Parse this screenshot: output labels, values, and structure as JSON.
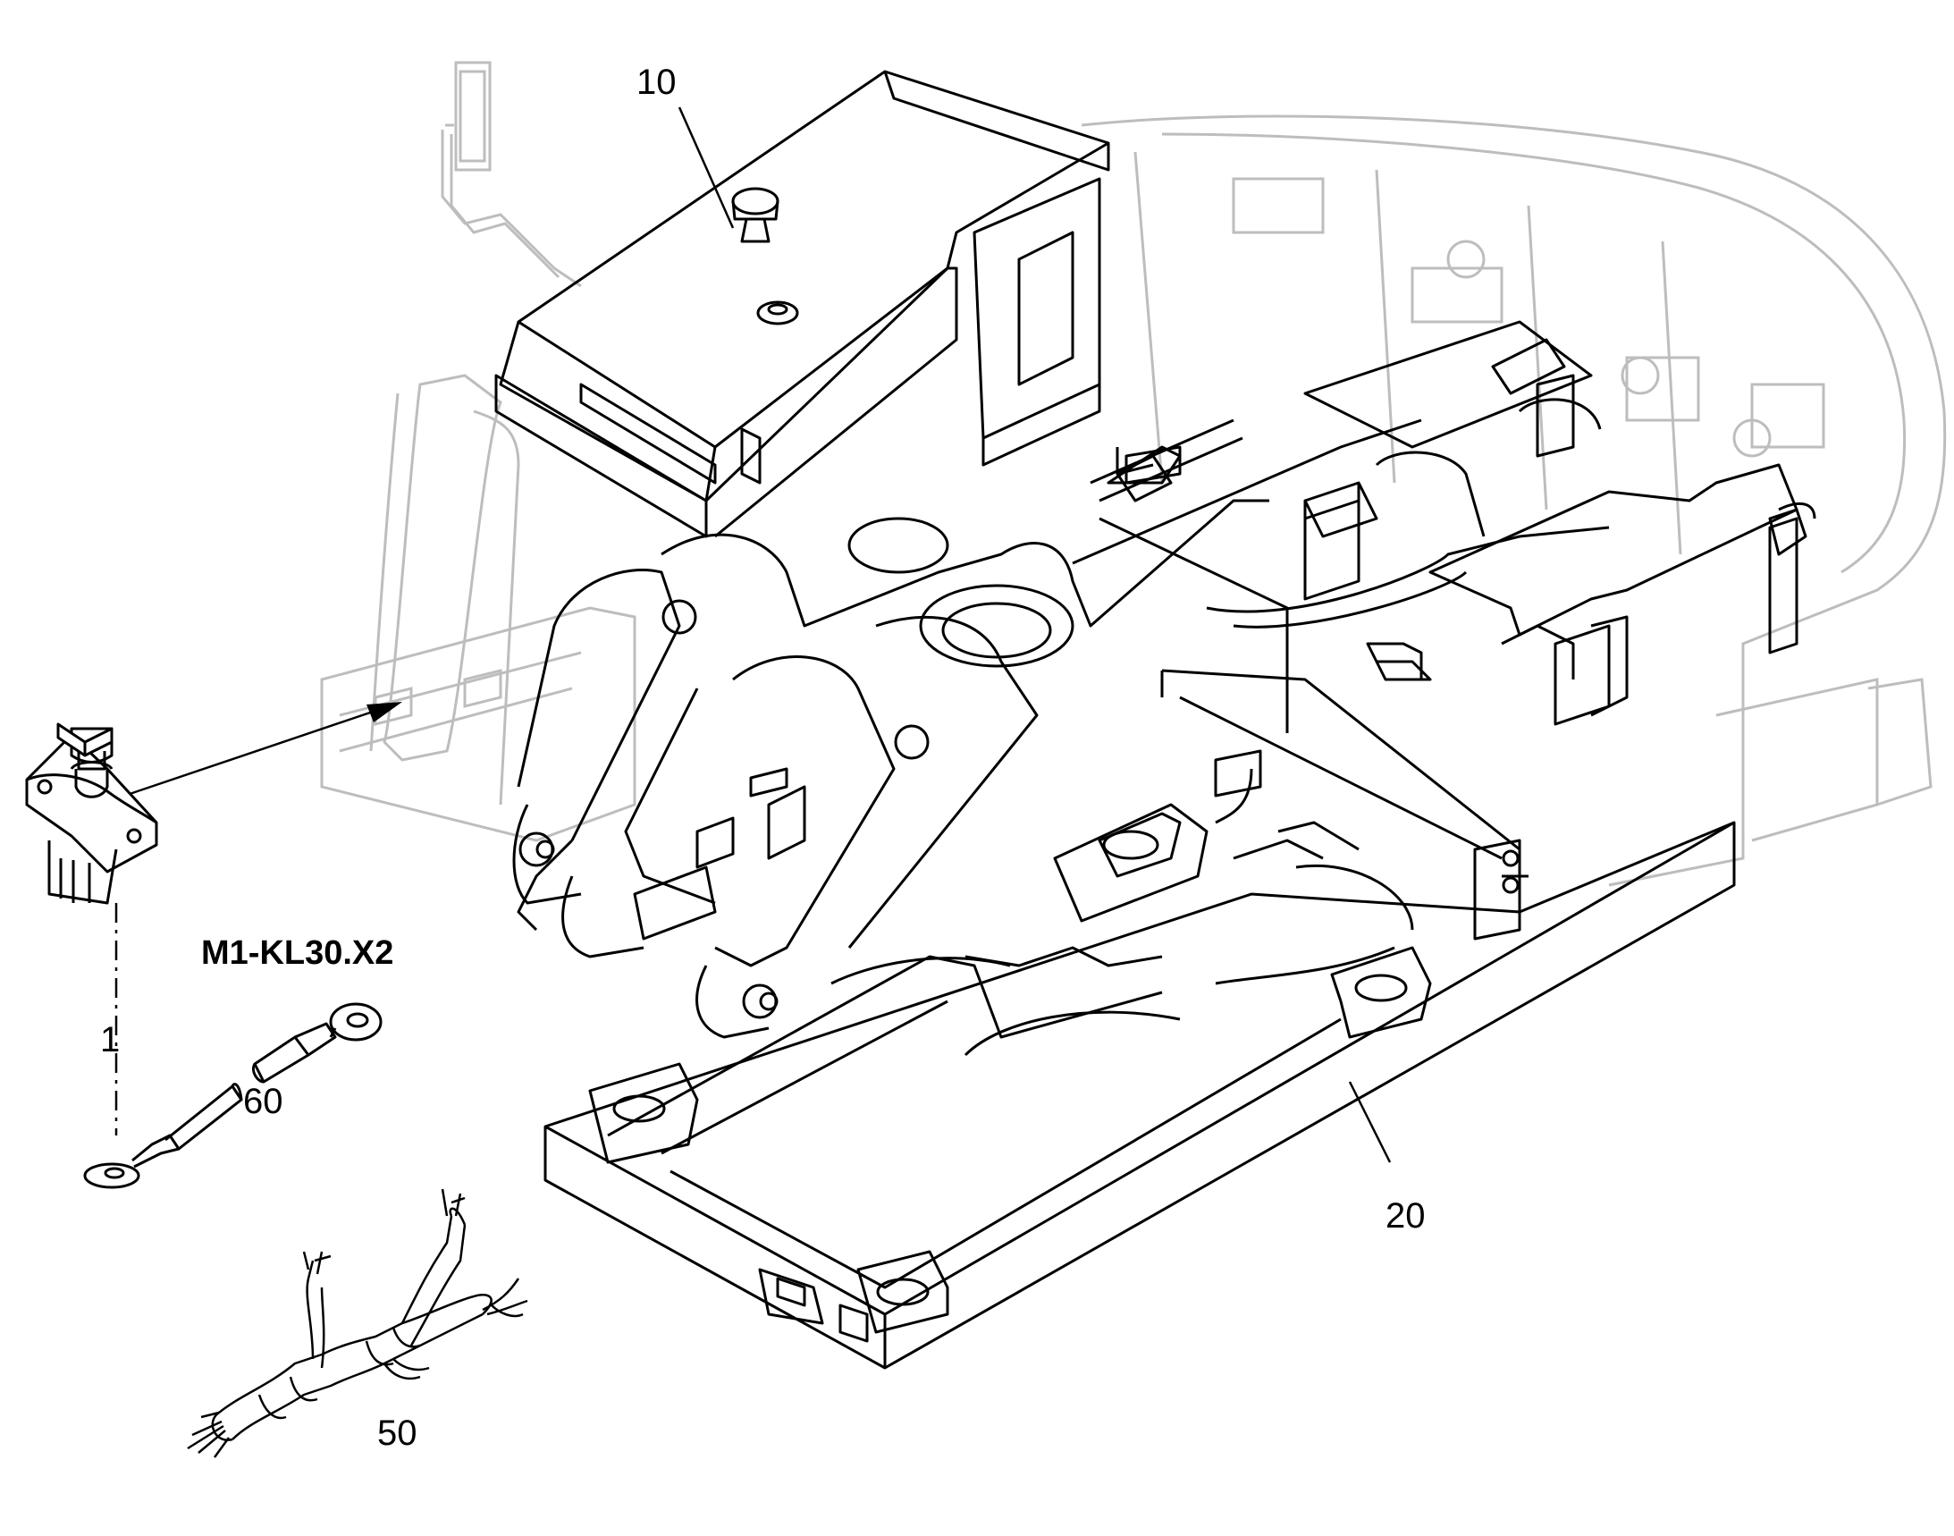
{
  "callouts": {
    "item_10": "10",
    "item_20": "20",
    "item_1": "1",
    "item_60": "60",
    "item_50": "50",
    "connector_label": "M1-KL30.X2"
  },
  "colors": {
    "line": "#000000",
    "ghost": "#bdbdbd",
    "background": "#ffffff"
  }
}
